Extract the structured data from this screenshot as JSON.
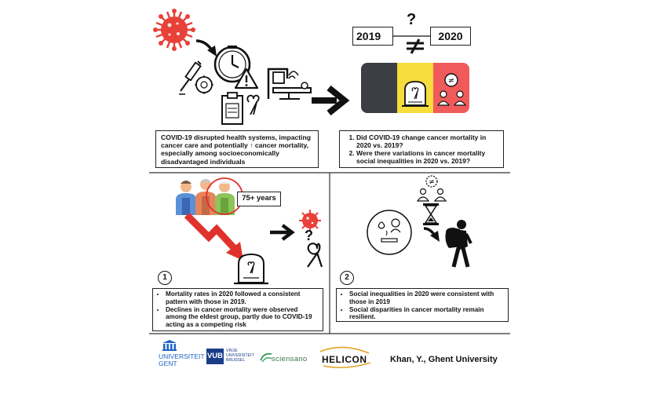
{
  "top_left": {
    "text": "COVID-19 disrupted health systems, impacting cancer care and potentially ↑ cancer mortality, especially among socioeconomically disadvantaged individuals"
  },
  "top_right": {
    "year_left": "2019",
    "year_right": "2020",
    "question_mark": "?",
    "questions": [
      "Did COVID-19 change cancer mortality in 2020 vs. 2019?",
      "Were there variations in cancer mortality social inequalities in 2020 vs. 2019?"
    ]
  },
  "bottom_left": {
    "age_label": "75+ years",
    "question_mark": "?",
    "number": "1",
    "findings": [
      "Mortality rates in 2020 followed a consistent pattern with those in 2019.",
      "Declines in cancer mortality were observed among the eldest group, partly due to COVID-19 acting as a competing risk"
    ]
  },
  "bottom_right": {
    "number": "2",
    "findings": [
      "Social inequalities in 2020 were consistent with those in 2019",
      "Social disparities in cancer mortality remain resilient."
    ]
  },
  "footer": {
    "ugent_line1": "UNIVERSITEIT",
    "ugent_line2": "GENT",
    "vub_short": "VUB",
    "vub_line1": "VRIJE",
    "vub_line2": "UNIVERSITEIT",
    "vub_line3": "BRUSSEL",
    "sciensano": "sciensano",
    "helicon": "HELICON",
    "author": "Khan, Y., Ghent University"
  },
  "colors": {
    "belgium_black": "#3d3d44",
    "belgium_yellow": "#f6dc3c",
    "belgium_red": "#f05a5a",
    "virus_red": "#e8413a",
    "arrow_red": "#e0322c",
    "vub_blue": "#1b3c8a",
    "ugent_blue": "#1e64c8",
    "helicon_gold": "#e2a325"
  }
}
